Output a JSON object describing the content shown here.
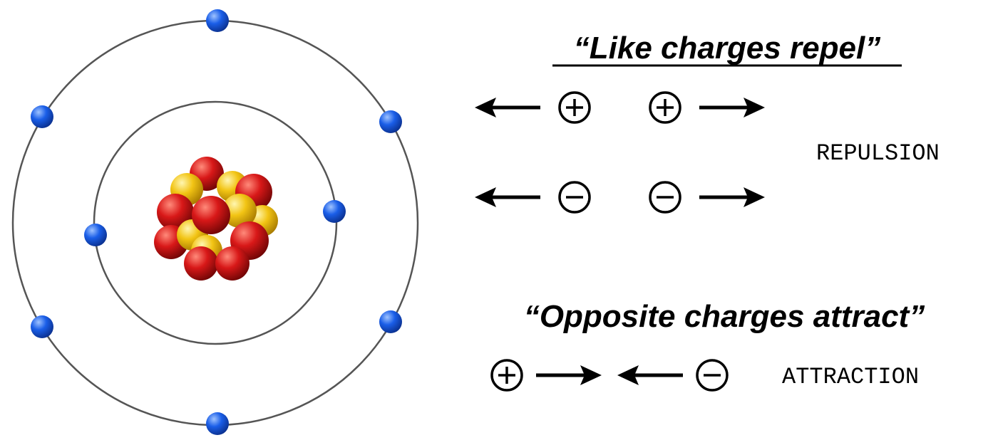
{
  "headings": {
    "like": "“Like charges repel”",
    "opposite": "“Opposite charges attract”"
  },
  "labels": {
    "repulsion": "REPULSION",
    "attraction": "ATTRACTION"
  },
  "icons": {
    "positive": "plus-sign-in-circle",
    "negative": "minus-sign-in-circle",
    "arrow": "bold-arrow"
  },
  "atom": {
    "inner_shell_electrons": 2,
    "outer_shell_electrons": 6,
    "colors": {
      "electron": "#1a5ee8",
      "proton": "#d81818",
      "neutron": "#f2c414",
      "orbit": "#555555"
    }
  }
}
